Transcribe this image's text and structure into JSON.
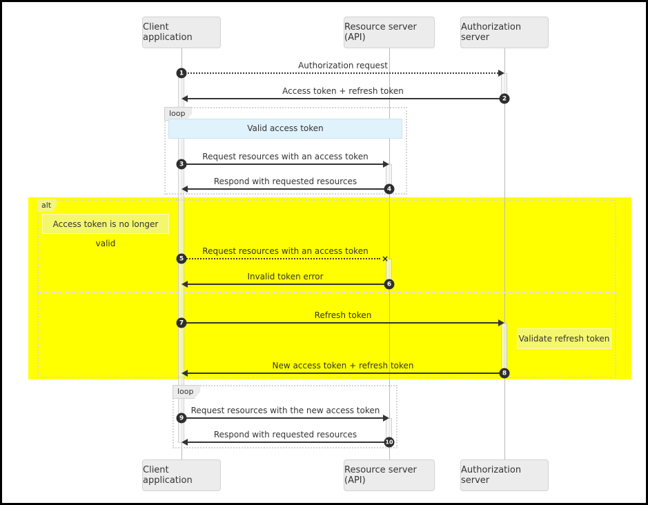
{
  "diagram": {
    "title_hint": "OAuth access/refresh token sequence diagram",
    "actors": [
      {
        "name": "Client application"
      },
      {
        "name": "Resource server (API)"
      },
      {
        "name": "Authorization server"
      }
    ],
    "messages": [
      {
        "num": "1",
        "label": "Authorization request"
      },
      {
        "num": "2",
        "label": "Access token + refresh token"
      },
      {
        "num": "3",
        "label": "Request resources with an access token"
      },
      {
        "num": "4",
        "label": "Respond with requested resources"
      },
      {
        "num": "5",
        "label": "Request resources with an access token"
      },
      {
        "num": "6",
        "label": "Invalid token error"
      },
      {
        "num": "7",
        "label": "Refresh token"
      },
      {
        "num": "8",
        "label": "New access token + refresh token"
      },
      {
        "num": "9",
        "label": "Request resources with the new access token"
      },
      {
        "num": "10",
        "label": "Respond with requested resources"
      }
    ],
    "fragments": {
      "loop1_label": "loop",
      "loop2_label": "loop",
      "alt_label": "alt",
      "alt_guard": "Access token is no longer valid",
      "validate_label": "Validate refresh token",
      "note_text": "Valid access token"
    },
    "icons": {
      "failed_message_end": "×"
    },
    "colors": {
      "highlight_yellow": "#ffff00",
      "note_blue": "#e0f2fb",
      "guard_green": "#edf25e",
      "actor_gray": "#ececec",
      "arrow_dark": "#333333"
    }
  }
}
